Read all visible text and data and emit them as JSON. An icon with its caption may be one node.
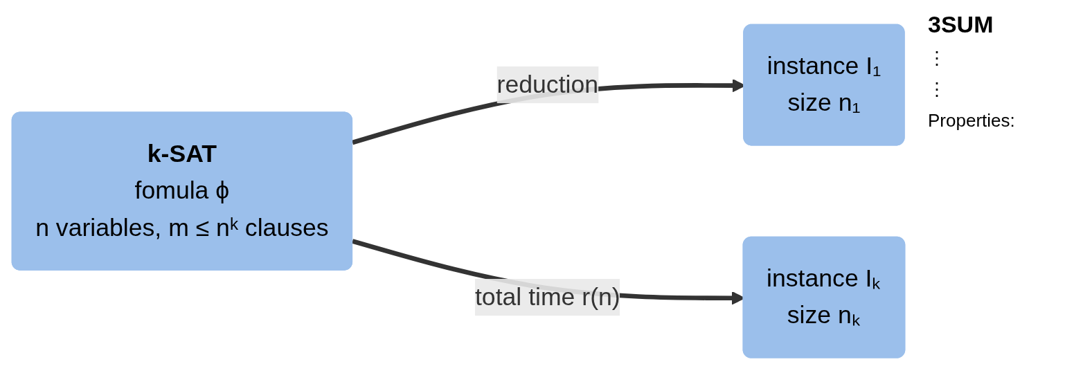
{
  "diagram": {
    "nodes": [
      {
        "text": [
          "k-SAT",
          "fomula ϕ",
          "n variables, m ≤ nᵏ clauses"
        ]
      },
      {
        "text": [
          "instance I₁",
          "size n₁"
        ]
      },
      {
        "text": [
          "instance Iₖ",
          "size nₖ"
        ]
      }
    ],
    "edges": [
      {
        "from": 0,
        "to": 1,
        "arrow": "to",
        "label": "reduction"
      },
      {
        "from": 0,
        "to": 2,
        "arrow": "to",
        "label": "total time r(n)"
      }
    ],
    "labels": [
      "3SUM",
      "⋮",
      "⋮",
      "Properties:"
    ]
  }
}
